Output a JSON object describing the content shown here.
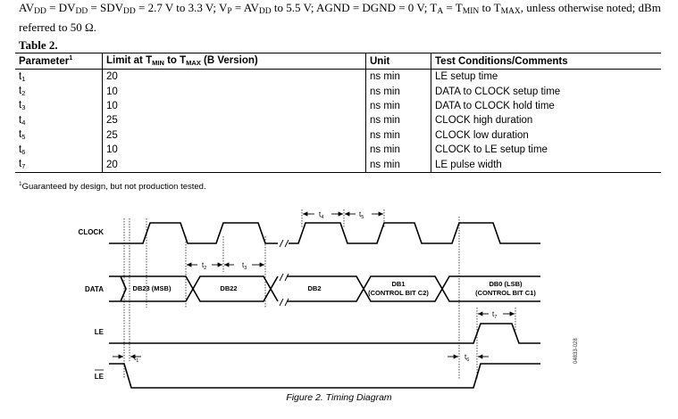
{
  "conditions": {
    "p1": "AV",
    "s1": "DD",
    "p2": " = DV",
    "s2": "DD",
    "p3": " = SDV",
    "s3": "DD",
    "p4": " = 2.7 V to 3.3 V; V",
    "s4": "P",
    "p5": " = AV",
    "s5": "DD",
    "p6": " to 5.5 V; AGND = DGND = 0 V; T",
    "s6": "A",
    "p7": " = T",
    "s7": "MIN",
    "p8": " to T",
    "s8": "MAX",
    "p9": ", unless otherwise noted; dBm referred to 50 Ω."
  },
  "table": {
    "title": "Table 2.",
    "headers": {
      "parameter": "Parameter",
      "parameter_note": "1",
      "limit_a": "Limit at T",
      "limit_min": "MIN",
      "limit_b": " to T",
      "limit_max": "MAX",
      "limit_c": " (B Version)",
      "unit": "Unit",
      "conditions": "Test Conditions/Comments"
    },
    "rows": [
      {
        "param": "t",
        "sub": "1",
        "limit": "20",
        "unit": "ns min",
        "comment": "LE setup time"
      },
      {
        "param": "t",
        "sub": "2",
        "limit": "10",
        "unit": "ns min",
        "comment": "DATA to CLOCK setup time"
      },
      {
        "param": "t",
        "sub": "3",
        "limit": "10",
        "unit": "ns min",
        "comment": "DATA to CLOCK hold time"
      },
      {
        "param": "t",
        "sub": "4",
        "limit": "25",
        "unit": "ns min",
        "comment": "CLOCK high duration"
      },
      {
        "param": "t",
        "sub": "5",
        "limit": "25",
        "unit": "ns min",
        "comment": "CLOCK low duration"
      },
      {
        "param": "t",
        "sub": "6",
        "limit": "10",
        "unit": "ns min",
        "comment": "CLOCK to LE setup time"
      },
      {
        "param": "t",
        "sub": "7",
        "limit": "20",
        "unit": "ns min",
        "comment": "LE pulse width"
      }
    ]
  },
  "footnote": {
    "mark": "1",
    "text": "Guaranteed by design, but not production tested."
  },
  "diagram": {
    "signals": {
      "clock": "CLOCK",
      "data": "DATA",
      "le1": "LE",
      "le2": "LE"
    },
    "data_fields": {
      "db23": "DB23 (MSB)",
      "db22": "DB22",
      "db2": "DB2",
      "db1_line1": "DB1",
      "db1_line2": "(CONTROL BIT C2)",
      "db0_line1": "DB0 (LSB)",
      "db0_line2": "(CONTROL BIT C1)"
    },
    "timing_labels": {
      "t1": "t",
      "t1_sub": "1",
      "t2": "t",
      "t2_sub": "2",
      "t3": "t",
      "t3_sub": "3",
      "t4": "t",
      "t4_sub": "4",
      "t5": "t",
      "t5_sub": "5",
      "t6": "t",
      "t6_sub": "6",
      "t7": "t",
      "t7_sub": "7"
    },
    "doc_id": "04833-028",
    "caption": "Figure 2. Timing Diagram"
  }
}
